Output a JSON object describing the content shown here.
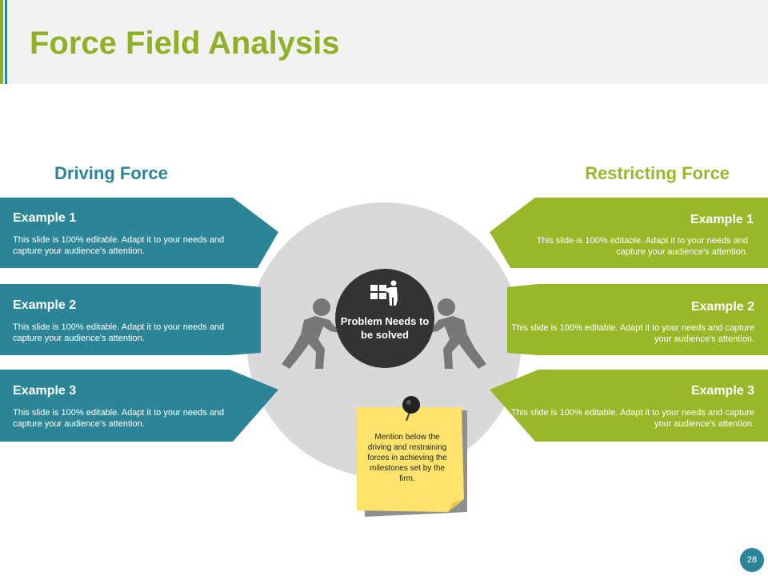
{
  "slide": {
    "title": "Force Field Analysis",
    "page_number": "28"
  },
  "driving": {
    "heading": "Driving Force",
    "items": [
      {
        "title": "Example 1",
        "body": "This slide is 100% editable. Adapt it to your needs and capture your audience's attention."
      },
      {
        "title": "Example 2",
        "body": "This slide is 100% editable. Adapt it to your needs and capture your audience's attention."
      },
      {
        "title": "Example 3",
        "body": "This slide is 100% editable. Adapt it to your needs and capture your audience's attention."
      }
    ]
  },
  "restricting": {
    "heading": "Restricting Force",
    "items": [
      {
        "title": "Example 1",
        "body": "This slide is 100% editable. Adapt it to your needs and capture your audience's attention."
      },
      {
        "title": "Example 2",
        "body": "This slide is 100% editable. Adapt it to your needs and capture your audience's attention."
      },
      {
        "title": "Example 3",
        "body": "This slide is 100% editable. Adapt it to your needs and capture your audience's attention."
      }
    ]
  },
  "center": {
    "label": "Problem Needs to be solved"
  },
  "note": {
    "text": "Mention below the driving and restraining forces in achieving the milestones set by the firm."
  },
  "colors": {
    "teal": "#2c8597",
    "green": "#98b82a",
    "circle": "#d9d9d9",
    "center": "#333333",
    "note": "#fde36b"
  }
}
